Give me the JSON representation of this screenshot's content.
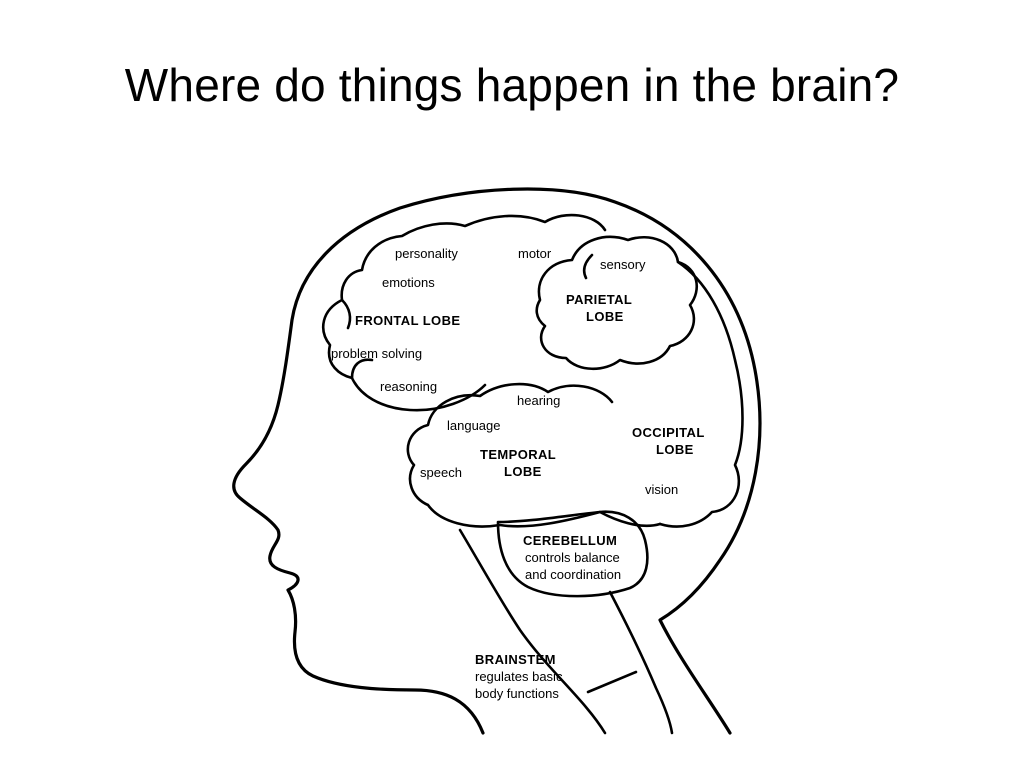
{
  "slide": {
    "title": "Where do things happen in the brain?"
  },
  "diagram": {
    "frontal_lobe": {
      "name": "FRONTAL LOBE",
      "functions": [
        "personality",
        "emotions",
        "problem solving",
        "reasoning",
        "motor"
      ]
    },
    "parietal_lobe": {
      "name_line1": "PARIETAL",
      "name_line2": "LOBE",
      "functions": [
        "sensory"
      ]
    },
    "temporal_lobe": {
      "name_line1": "TEMPORAL",
      "name_line2": "LOBE",
      "functions": [
        "hearing",
        "language",
        "speech"
      ]
    },
    "occipital_lobe": {
      "name_line1": "OCCIPITAL",
      "name_line2": "LOBE",
      "functions": [
        "vision"
      ]
    },
    "cerebellum": {
      "name": "CEREBELLUM",
      "desc_line1": "controls balance",
      "desc_line2": "and coordination"
    },
    "brainstem": {
      "name": "BRAINSTEM",
      "desc_line1": "regulates basic",
      "desc_line2": "body functions"
    }
  }
}
